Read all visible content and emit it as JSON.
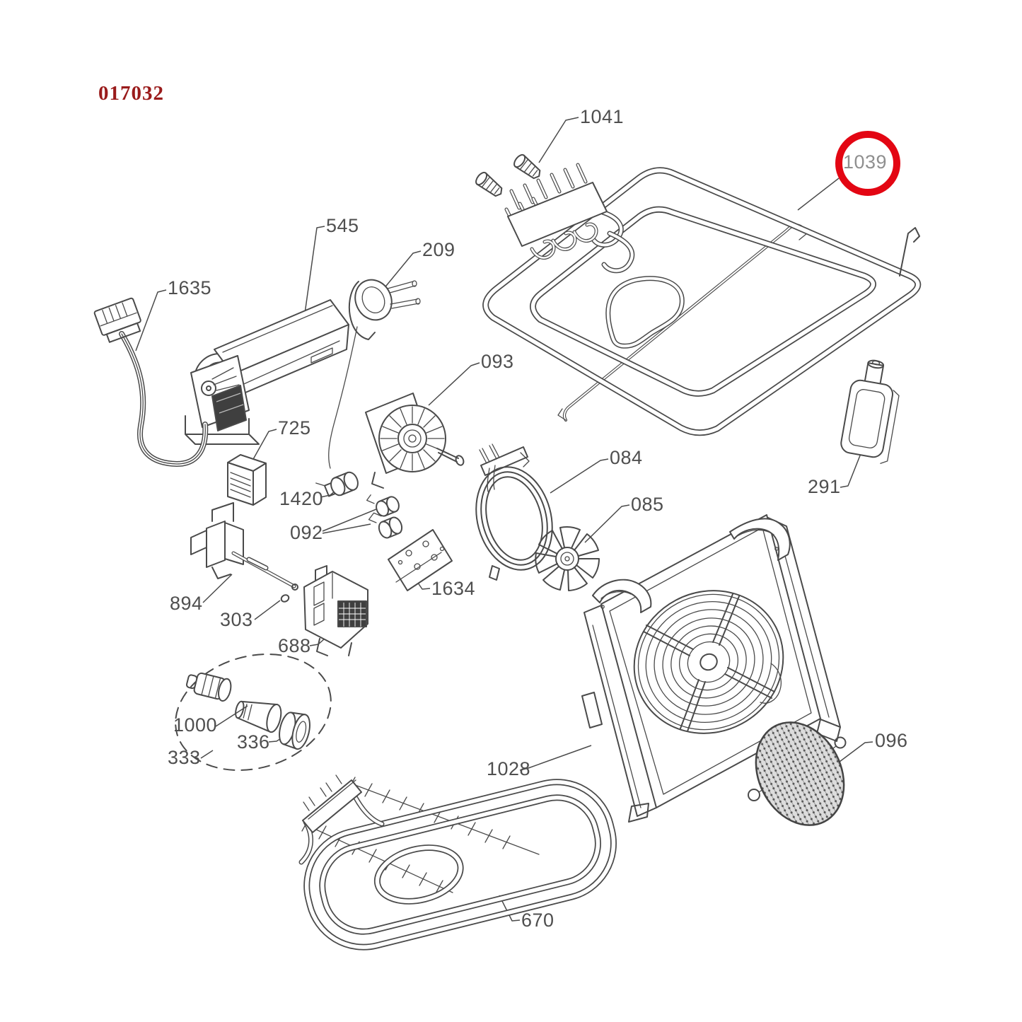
{
  "document": {
    "code": "017032"
  },
  "highlight": {
    "part": "1039"
  },
  "colors": {
    "paper": "#ffffff",
    "line": "#4a4a4a",
    "label": "#4f4f4f",
    "labelhi": "#8f8f8f",
    "doccode": "#9a1b1b",
    "ring": "#e30613"
  },
  "parts": {
    "p1041": "1041",
    "p1039": "1039",
    "p545": "545",
    "p209": "209",
    "p1635": "1635",
    "p725": "725",
    "p093": "093",
    "p1420": "1420",
    "p092": "092",
    "p1634": "1634",
    "p894": "894",
    "p303": "303",
    "p688": "688",
    "p1000": "1000",
    "p336": "336",
    "p333": "333",
    "p084": "084",
    "p085": "085",
    "p291": "291",
    "p1028": "1028",
    "p096": "096",
    "p670": "670"
  }
}
